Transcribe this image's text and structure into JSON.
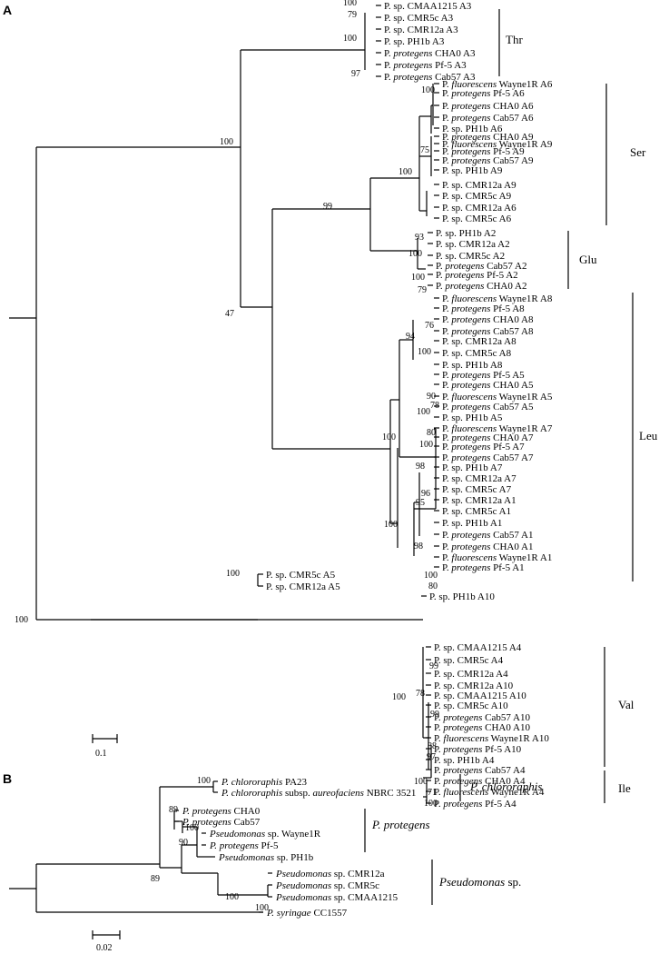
{
  "panel_a": {
    "label": "A",
    "scale_label": "0.1",
    "leaves": [
      {
        "genus": "P.",
        "name": "sp. CMAA1215 A3"
      },
      {
        "genus": "P.",
        "name": "sp. CMR5c A3"
      },
      {
        "genus": "P.",
        "name": "sp. CMR12a A3"
      },
      {
        "genus": "P.",
        "name": "sp. PH1b A3"
      },
      {
        "genus": "P.",
        "ital": "protegens",
        "name": "CHA0 A3"
      },
      {
        "genus": "P.",
        "ital": "protegens",
        "name": "Pf-5 A3"
      },
      {
        "genus": "P.",
        "ital": "protegens",
        "name": "Cab57 A3"
      },
      {
        "genus": "P.",
        "ital": "fluorescens",
        "name": "Wayne1R A6"
      },
      {
        "genus": "P.",
        "ital": "protegens",
        "name": "Pf-5 A6"
      },
      {
        "genus": "P.",
        "ital": "protegens",
        "name": "CHA0 A6"
      },
      {
        "genus": "P.",
        "ital": "protegens",
        "name": "Cab57 A6"
      },
      {
        "genus": "P.",
        "name": "sp. PH1b A6"
      },
      {
        "genus": "P.",
        "ital": "protegens",
        "name": "CHA0 A9"
      },
      {
        "genus": "P.",
        "ital": "fluorescens",
        "name": "Wayne1R A9"
      },
      {
        "genus": "P.",
        "ital": "protegens",
        "name": "Pf-5 A9"
      },
      {
        "genus": "P.",
        "ital": "protegens",
        "name": "Cab57 A9"
      },
      {
        "genus": "P.",
        "name": "sp. PH1b A9"
      },
      {
        "genus": "P.",
        "name": "sp. CMR12a A9"
      },
      {
        "genus": "P.",
        "name": "sp. CMR5c A9"
      },
      {
        "genus": "P.",
        "name": "sp. CMR12a A6"
      },
      {
        "genus": "P.",
        "name": "sp. CMR5c A6"
      },
      {
        "genus": "P.",
        "name": "sp. PH1b A2"
      },
      {
        "genus": "P.",
        "name": "sp. CMR12a A2"
      },
      {
        "genus": "P.",
        "name": "sp. CMR5c A2"
      },
      {
        "genus": "P.",
        "ital": "protegens",
        "name": "Cab57 A2"
      },
      {
        "genus": "P.",
        "ital": "protegens",
        "name": "Pf-5 A2"
      },
      {
        "genus": "P.",
        "ital": "protegens",
        "name": "CHA0 A2"
      },
      {
        "genus": "P.",
        "ital": "fluorescens",
        "name": "Wayne1R A8"
      },
      {
        "genus": "P.",
        "ital": "protegens",
        "name": "Pf-5 A8"
      },
      {
        "genus": "P.",
        "ital": "protegens",
        "name": "CHA0 A8"
      },
      {
        "genus": "P.",
        "ital": "protegens",
        "name": "Cab57 A8"
      },
      {
        "genus": "P.",
        "name": "sp. CMR12a A8"
      },
      {
        "genus": "P.",
        "name": "sp. CMR5c A8"
      },
      {
        "genus": "P.",
        "name": "sp. PH1b A8"
      },
      {
        "genus": "P.",
        "ital": "protegens",
        "name": "Pf-5 A5"
      },
      {
        "genus": "P.",
        "ital": "protegens",
        "name": "CHA0 A5"
      },
      {
        "genus": "P.",
        "ital": "fluorescens",
        "name": "Wayne1R A5"
      },
      {
        "genus": "P.",
        "ital": "protegens",
        "name": "Cab57 A5"
      },
      {
        "genus": "P.",
        "name": "sp. PH1b A5"
      },
      {
        "genus": "P.",
        "ital": "fluorescens",
        "name": "Wayne1R A7"
      },
      {
        "genus": "P.",
        "ital": "protegens",
        "name": "CHA0 A7"
      },
      {
        "genus": "P.",
        "ital": "protegens",
        "name": "Pf-5 A7"
      },
      {
        "genus": "P.",
        "ital": "protegens",
        "name": "Cab57 A7"
      },
      {
        "genus": "P.",
        "name": "sp. PH1b A7"
      },
      {
        "genus": "P.",
        "name": "sp. CMR12a A7"
      },
      {
        "genus": "P.",
        "name": "sp. CMR5c A7"
      },
      {
        "genus": "P.",
        "name": "sp. CMR12a A1"
      },
      {
        "genus": "P.",
        "name": "sp. CMR5c A1"
      },
      {
        "genus": "P.",
        "name": "sp. PH1b A1"
      },
      {
        "genus": "P.",
        "ital": "protegens",
        "name": "Cab57 A1"
      },
      {
        "genus": "P.",
        "ital": "protegens",
        "name": "CHA0 A1"
      },
      {
        "genus": "P.",
        "ital": "fluorescens",
        "name": "Wayne1R A1"
      },
      {
        "genus": "P.",
        "ital": "protegens",
        "name": "Pf-5 A1"
      },
      {
        "genus": "P.",
        "name": "sp. CMR5c A5"
      },
      {
        "genus": "P.",
        "name": "sp. CMR12a A5"
      },
      {
        "genus": "P.",
        "name": "sp. PH1b A10"
      },
      {
        "genus": "P.",
        "name": "sp. CMAA1215 A4"
      },
      {
        "genus": "P.",
        "name": "sp. CMR5c A4"
      },
      {
        "genus": "P.",
        "name": "sp. CMR12a A4"
      },
      {
        "genus": "P.",
        "name": "sp. CMR12a A10"
      },
      {
        "genus": "P.",
        "name": "sp. CMAA1215 A10"
      },
      {
        "genus": "P.",
        "name": "sp. CMR5c A10"
      },
      {
        "genus": "P.",
        "ital": "protegens",
        "name": "Cab57 A10"
      },
      {
        "genus": "P.",
        "ital": "protegens",
        "name": "CHA0 A10"
      },
      {
        "genus": "P.",
        "ital": "fluorescens",
        "name": "Wayne1R A10"
      },
      {
        "genus": "P.",
        "ital": "protegens",
        "name": "Pf-5 A10"
      },
      {
        "genus": "P.",
        "name": "sp. PH1b A4"
      },
      {
        "genus": "P.",
        "ital": "protegens",
        "name": "Cab57 A4"
      },
      {
        "genus": "P.",
        "ital": "protegens",
        "name": "CHA0 A4"
      },
      {
        "genus": "P.",
        "ital": "fluorescens",
        "name": "Wayne1R A4"
      },
      {
        "genus": "P.",
        "ital": "protegens",
        "name": "Pf-5 A4"
      }
    ],
    "bootstraps": [
      "100",
      "79",
      "100",
      "97",
      "100",
      "75",
      "100",
      "100",
      "99",
      "93",
      "100",
      "100",
      "79",
      "47",
      "76",
      "94",
      "100",
      "90",
      "78",
      "100",
      "100",
      "80",
      "100",
      "98",
      "96",
      "95",
      "100",
      "98",
      "100",
      "80",
      "100",
      "100",
      "99",
      "78",
      "99",
      "100",
      "88",
      "97",
      "100",
      "71",
      "100"
    ],
    "clades": [
      "Thr",
      "Ser",
      "Glu",
      "Leu",
      "Val",
      "Ile"
    ]
  },
  "panel_b": {
    "label": "B",
    "scale_label": "0.02",
    "leaves": [
      {
        "parts": [
          [
            "i",
            "P. chlororaphis"
          ],
          [
            "r",
            " PA23"
          ]
        ]
      },
      {
        "parts": [
          [
            "i",
            "P. chlororaphis"
          ],
          [
            "r",
            " subsp. "
          ],
          [
            "i",
            "aureofaciens"
          ],
          [
            "r",
            " NBRC 3521"
          ]
        ]
      },
      {
        "parts": [
          [
            "i",
            "P. protegens"
          ],
          [
            "r",
            " CHA0"
          ]
        ]
      },
      {
        "parts": [
          [
            "i",
            "P. protegens"
          ],
          [
            "r",
            " Cab57"
          ]
        ]
      },
      {
        "parts": [
          [
            "i",
            "Pseudomonas"
          ],
          [
            "r",
            " sp. Wayne1R"
          ]
        ]
      },
      {
        "parts": [
          [
            "i",
            "P. protegens"
          ],
          [
            "r",
            " Pf-5"
          ]
        ]
      },
      {
        "parts": [
          [
            "i",
            "Pseudomonas"
          ],
          [
            "r",
            " sp. PH1b"
          ]
        ]
      },
      {
        "parts": [
          [
            "i",
            "Pseudomonas"
          ],
          [
            "r",
            " sp. CMR12a"
          ]
        ]
      },
      {
        "parts": [
          [
            "i",
            "Pseudomonas"
          ],
          [
            "r",
            " sp. CMR5c"
          ]
        ]
      },
      {
        "parts": [
          [
            "i",
            "Pseudomonas"
          ],
          [
            "r",
            " sp. CMAA1215"
          ]
        ]
      },
      {
        "parts": [
          [
            "i",
            "P. syringae"
          ],
          [
            "r",
            " CC1557"
          ]
        ]
      }
    ],
    "bootstraps": [
      "100",
      "89",
      "100",
      "90",
      "89",
      "100",
      "100"
    ],
    "clades": [
      {
        "parts": [
          [
            "i",
            "P. chlororaphis"
          ]
        ]
      },
      {
        "parts": [
          [
            "i",
            "P. protegens"
          ]
        ]
      },
      {
        "parts": [
          [
            "i",
            "Pseudomonas"
          ],
          [
            "r",
            " sp."
          ]
        ]
      }
    ]
  }
}
